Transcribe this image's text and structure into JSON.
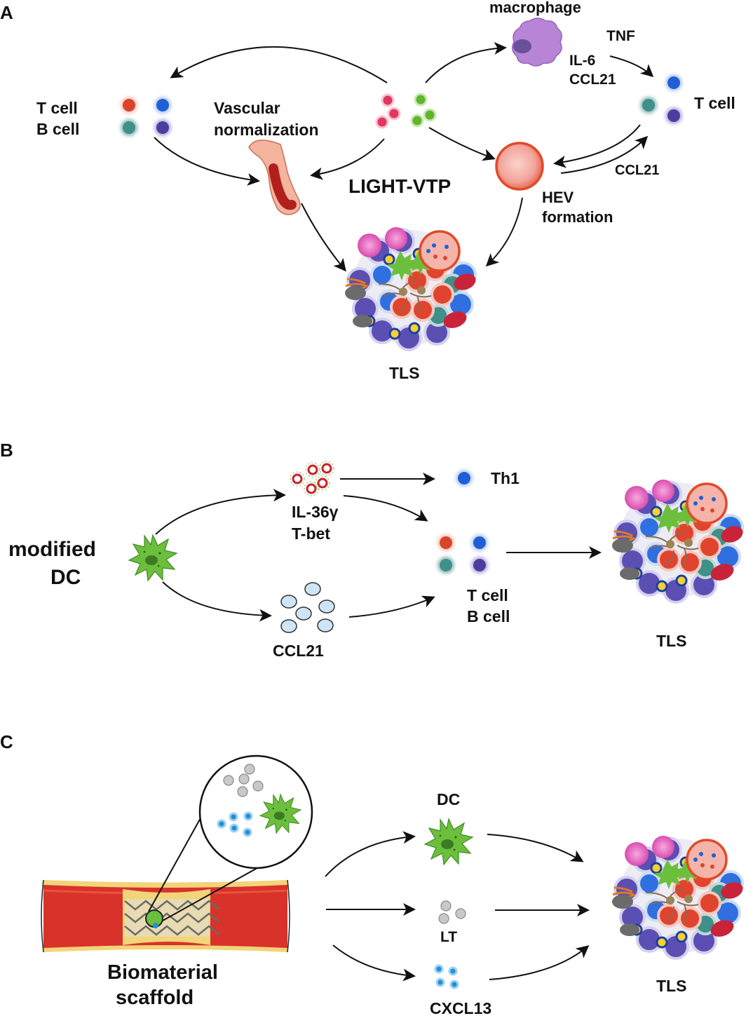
{
  "panels": [
    {
      "letter": "A",
      "labels": {
        "macrophage": "macrophage",
        "tnf": "TNF",
        "il6": "IL-6",
        "ccl21_top": "CCL21",
        "t_cell_left": "T cell",
        "b_cell_left": "B cell",
        "vascular_1": "Vascular",
        "vascular_2": "normalization",
        "t_cell_right": "T cell",
        "ccl21_right": "CCL21",
        "light_vtp": "LIGHT-VTP",
        "hev_1": "HEV",
        "hev_2": "formation",
        "tls": "TLS"
      }
    },
    {
      "letter": "B",
      "labels": {
        "modified": "modified",
        "dc": "DC",
        "il36": "IL-36γ",
        "tbet": "T-bet",
        "th1": "Th1",
        "ccl21": "CCL21",
        "t_cell": "T cell",
        "b_cell": "B cell",
        "tls": "TLS"
      }
    },
    {
      "letter": "C",
      "labels": {
        "dc": "DC",
        "lt": "LT",
        "cxcl13": "CXCL13",
        "biomaterial": "Biomaterial",
        "scaffold": "scaffold",
        "tls": "TLS"
      }
    }
  ],
  "colors": {
    "text": "#111111",
    "arrow": "#111111",
    "dc_green": "#6cbf3c",
    "t_cell_red": "#d9452b",
    "b_cell_blue": "#1f5fd6",
    "teal_cell": "#3f8f8a",
    "purple_cell": "#4b3f9e",
    "macrophage": "#b784d6",
    "hev": "#e7776a",
    "vessel_red": "#d8322a",
    "plaque_yellow": "#f2d479"
  }
}
